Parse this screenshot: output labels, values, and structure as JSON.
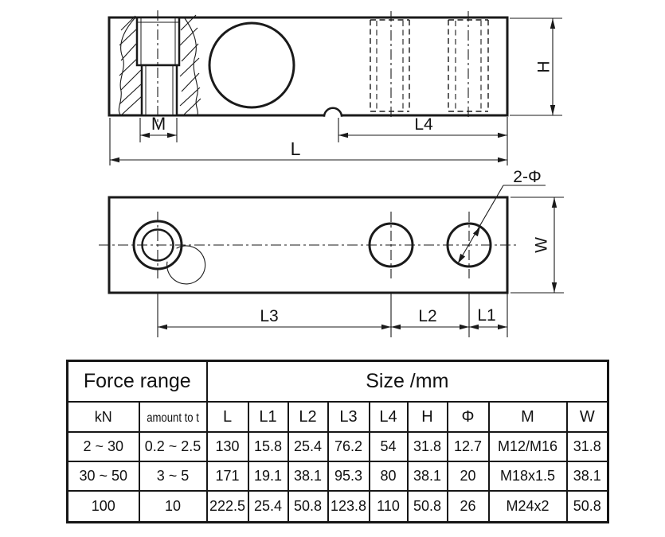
{
  "drawing": {
    "line_color": "#1a1a1a",
    "top_view": {
      "labels": {
        "m": "M",
        "l": "L",
        "l4": "L4",
        "h": "H"
      }
    },
    "plan_view": {
      "labels": {
        "w": "W",
        "l3": "L3",
        "l2": "L2",
        "l1": "L1",
        "holes": "2-Φ"
      }
    }
  },
  "spec_table": {
    "header_force": "Force range",
    "header_size": "Size /mm",
    "columns": [
      "kN",
      "amount to t",
      "L",
      "L1",
      "L2",
      "L3",
      "L4",
      "H",
      "Φ",
      "M",
      "W"
    ],
    "rows": [
      [
        "2 ~ 30",
        "0.2 ~ 2.5",
        "130",
        "15.8",
        "25.4",
        "76.2",
        "54",
        "31.8",
        "12.7",
        "M12/M16",
        "31.8"
      ],
      [
        "30 ~ 50",
        "3 ~ 5",
        "171",
        "19.1",
        "38.1",
        "95.3",
        "80",
        "38.1",
        "20",
        "M18x1.5",
        "38.1"
      ],
      [
        "100",
        "10",
        "222.5",
        "25.4",
        "50.8",
        "123.8",
        "110",
        "50.8",
        "26",
        "M24x2",
        "50.8"
      ]
    ]
  }
}
